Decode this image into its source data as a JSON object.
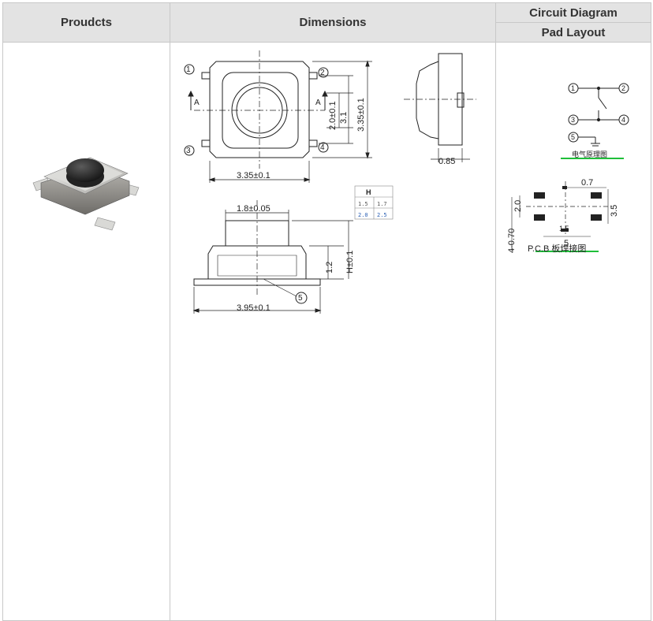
{
  "header": {
    "products": "Proudcts",
    "dimensions": "Dimensions",
    "circuit": "Circuit  Diagram",
    "pad": "Pad  Layout"
  },
  "dimensions": {
    "pins": [
      "1",
      "2",
      "3",
      "4",
      "5"
    ],
    "section_mark": "A",
    "width_top": "3.35±0.1",
    "height_right": "3.35±0.1",
    "inner_h": "2.0±0.1",
    "inner_31": "3.1",
    "side_width": "0.85",
    "knob_width": "1.8±0.05",
    "base_width": "3.95±0.1",
    "height_12": "1.2",
    "height_h": "H±0.1",
    "h_table": {
      "header": "H",
      "row1": [
        "1.5",
        "1.7"
      ],
      "row2": [
        "2.0",
        "2.5"
      ]
    }
  },
  "circuit": {
    "pins": [
      "1",
      "2",
      "3",
      "4",
      "5"
    ],
    "caption": "电气原理图"
  },
  "pad": {
    "w07": "0.7",
    "h20": "2.0",
    "h35": "3.5",
    "w15": "1.5",
    "w5": "5",
    "v4": "4-0.70",
    "caption": "P.C.B  板焊接图"
  },
  "colors": {
    "header_bg": "#e3e3e3",
    "accent_green": "#1fbf3a",
    "h_table_blue": "#2b5fb3"
  }
}
